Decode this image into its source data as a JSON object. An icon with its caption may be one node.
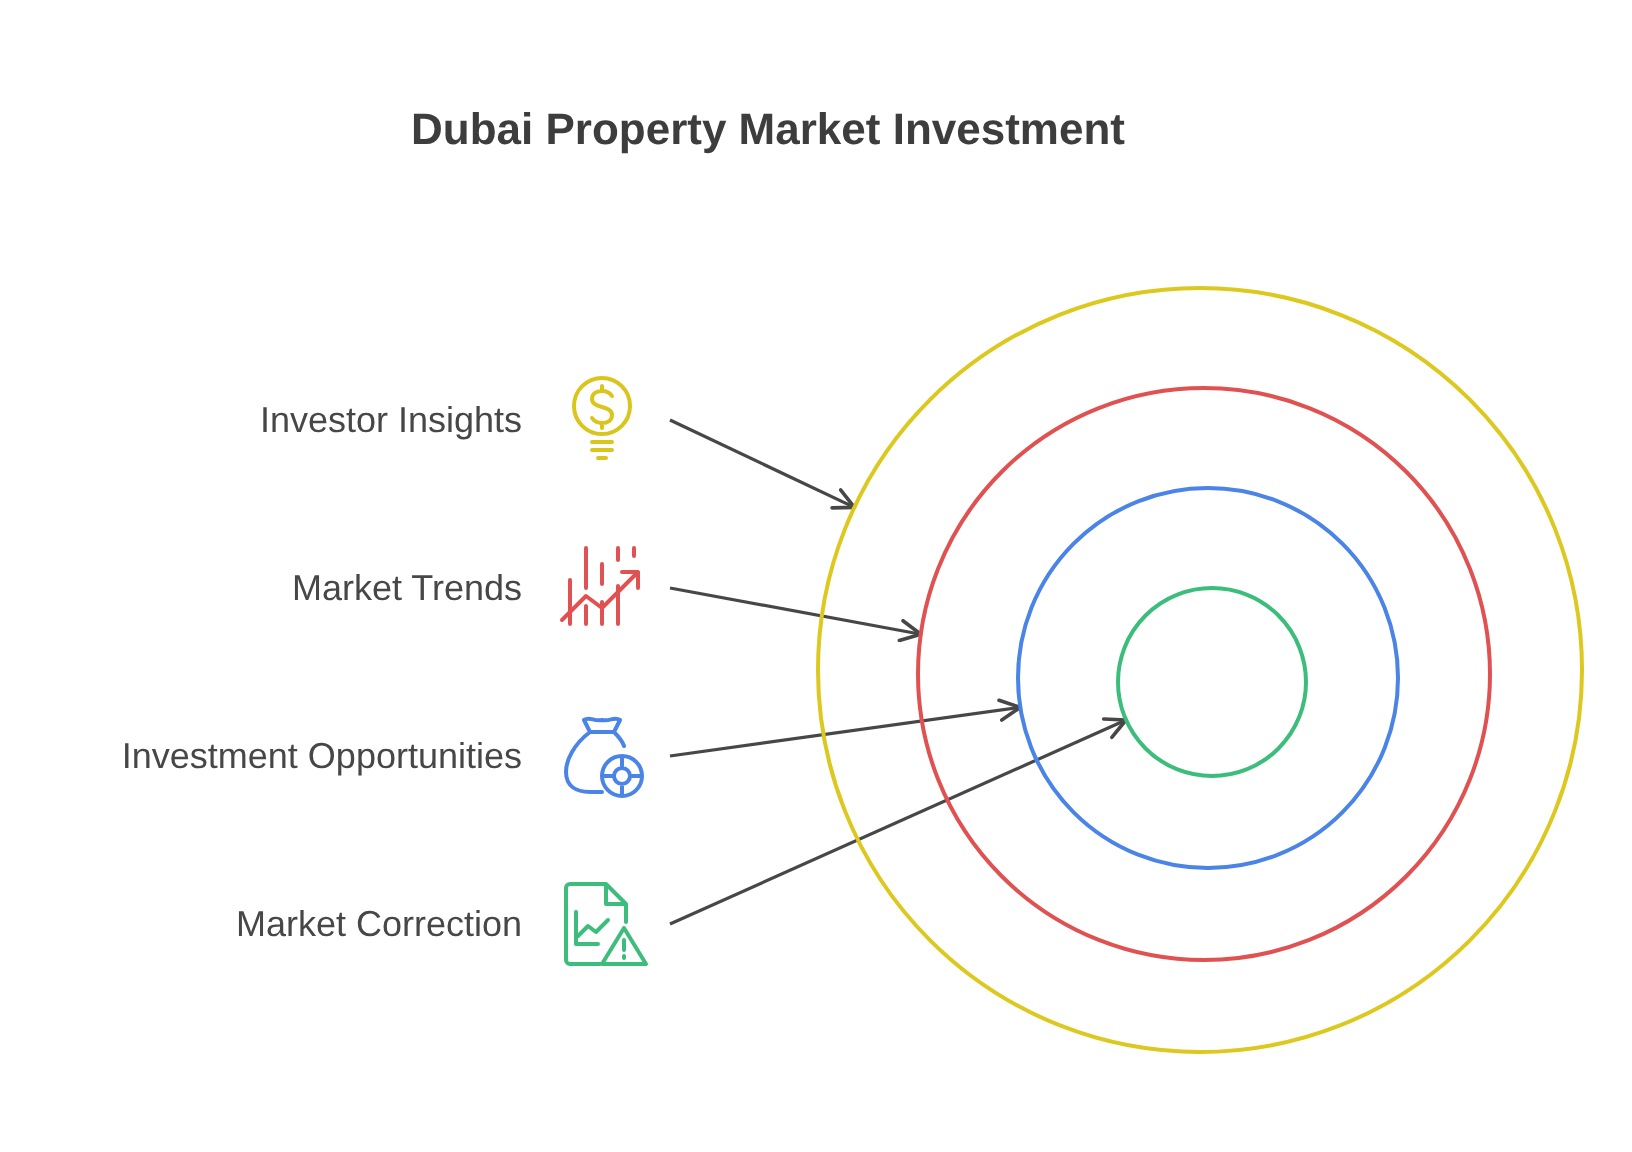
{
  "diagram": {
    "title": "Dubai Property Market Investment",
    "nodes": [
      {
        "text": [
          "Investor Insights"
        ]
      },
      {
        "text": [
          "Market Trends"
        ]
      },
      {
        "text": [
          "Investment Opportunities"
        ]
      },
      {
        "text": [
          "Market Correction"
        ]
      },
      {
        "text": [],
        "shape": "circle"
      },
      {
        "text": [],
        "shape": "circle",
        "in": 4
      },
      {
        "text": [],
        "shape": "circle",
        "in": 5
      },
      {
        "text": [],
        "shape": "circle",
        "in": 6
      }
    ],
    "edges": [
      {
        "from": 0,
        "to": 4,
        "arrow": "to"
      },
      {
        "from": 1,
        "to": 5,
        "arrow": "to"
      },
      {
        "from": 2,
        "to": 6,
        "arrow": "to"
      },
      {
        "from": 3,
        "to": 7,
        "arrow": "to"
      }
    ]
  }
}
